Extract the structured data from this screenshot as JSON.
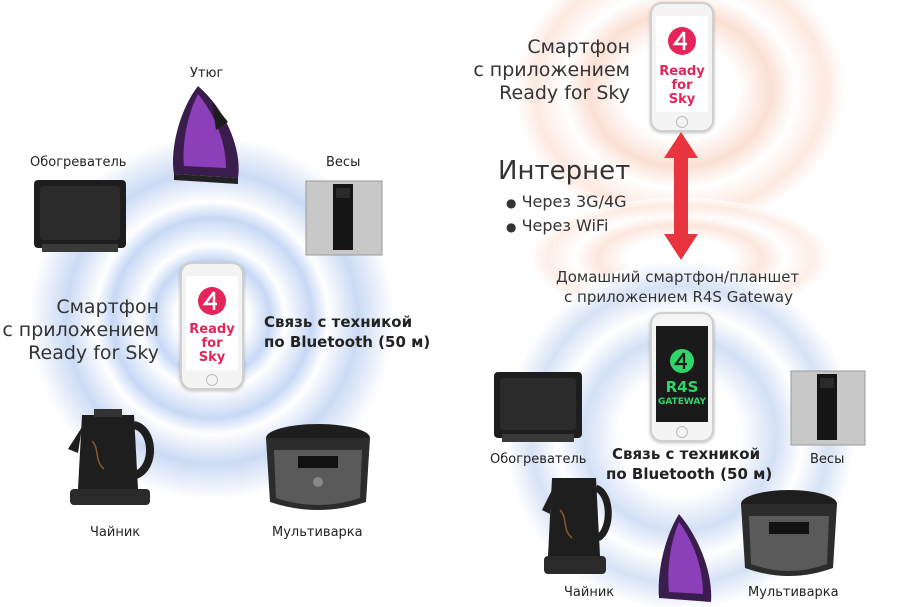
{
  "left": {
    "devices": {
      "iron": "Утюг",
      "heater": "Обогреватель",
      "scales": "Весы",
      "kettle": "Чайник",
      "multicooker": "Мультиварка"
    },
    "phone_caption": [
      "Смартфон",
      "с приложением",
      "Ready for Sky"
    ],
    "connection": [
      "Связь с техникой",
      "по Bluetooth (50 м)"
    ],
    "app_label": [
      "Ready",
      "for",
      "Sky"
    ]
  },
  "right": {
    "phone_caption": [
      "Смартфон",
      "с приложением",
      "Ready for Sky"
    ],
    "app_label": [
      "Ready",
      "for",
      "Sky"
    ],
    "internet_title": "Интернет",
    "internet_bullets": [
      "Через 3G/4G",
      "Через WiFi"
    ],
    "gateway_caption": [
      "Домашний смартфон/планшет",
      "с приложением R4S Gateway"
    ],
    "gateway_app": [
      "R4S",
      "GATEWAY"
    ],
    "connection": [
      "Связь с техникой",
      "по Bluetooth (50 м)"
    ],
    "devices": {
      "heater": "Обогреватель",
      "scales": "Весы",
      "kettle": "Чайник",
      "multicooker": "Мультиварка"
    }
  },
  "colors": {
    "brand": "#e5245a",
    "arrow": "#e8343e",
    "bluetooth_glow": "#c9d9f3",
    "internet_glow": "#f8d6c8",
    "gateway_green": "#2fd66a"
  }
}
